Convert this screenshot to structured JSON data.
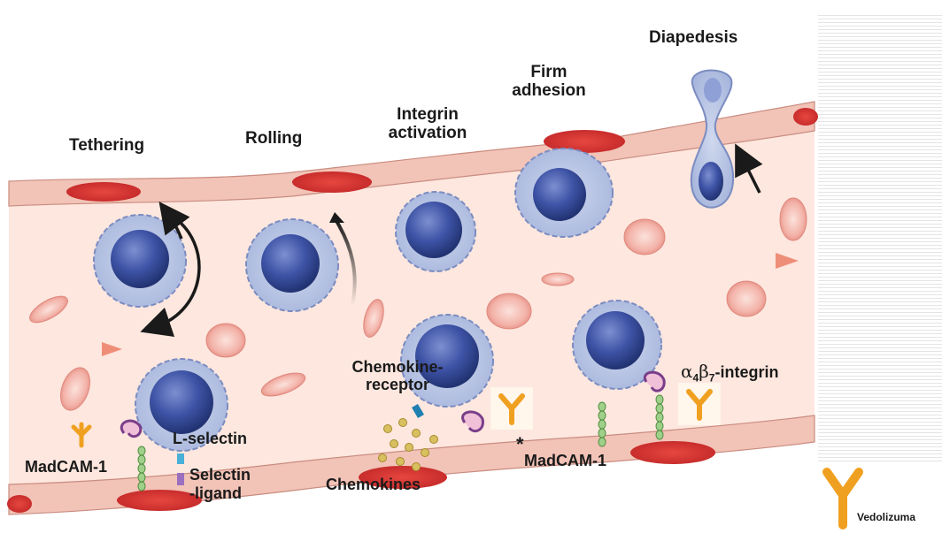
{
  "figure": {
    "stages": {
      "tethering": "Tethering",
      "rolling": "Rolling",
      "integrin_activation": "Integrin\nactivation",
      "firm_adhesion": "Firm\nadhesion",
      "diapedesis": "Diapedesis"
    },
    "molecules": {
      "madcam_left": "MadCAM-1",
      "l_selectin": "L-selectin",
      "selectin_ligand": "Selectin\n-ligand",
      "chemokine_receptor": "Chemokine-\nreceptor",
      "chemokines": "Chemokines",
      "asterisk": "*",
      "madcam_right": "MadCAM-1",
      "integrin_alpha": "α",
      "integrin_alpha_sub": "4",
      "integrin_beta": "β",
      "integrin_beta_sub": "7",
      "integrin_suffix": "-integrin"
    },
    "legend": {
      "vedolizumab": "Vedolizuma"
    },
    "colors": {
      "vessel_wall": "#f2c3b7",
      "endothelial_nucleus": "#d93a3a",
      "lumen": "#fde7de",
      "leukocyte_body": "#b9c6e3",
      "leukocyte_nucleus": "#3a4fa0",
      "rbc": "#f5b5ad",
      "drug": "#f0a020",
      "arrow_flow": "#ef8e78"
    }
  }
}
